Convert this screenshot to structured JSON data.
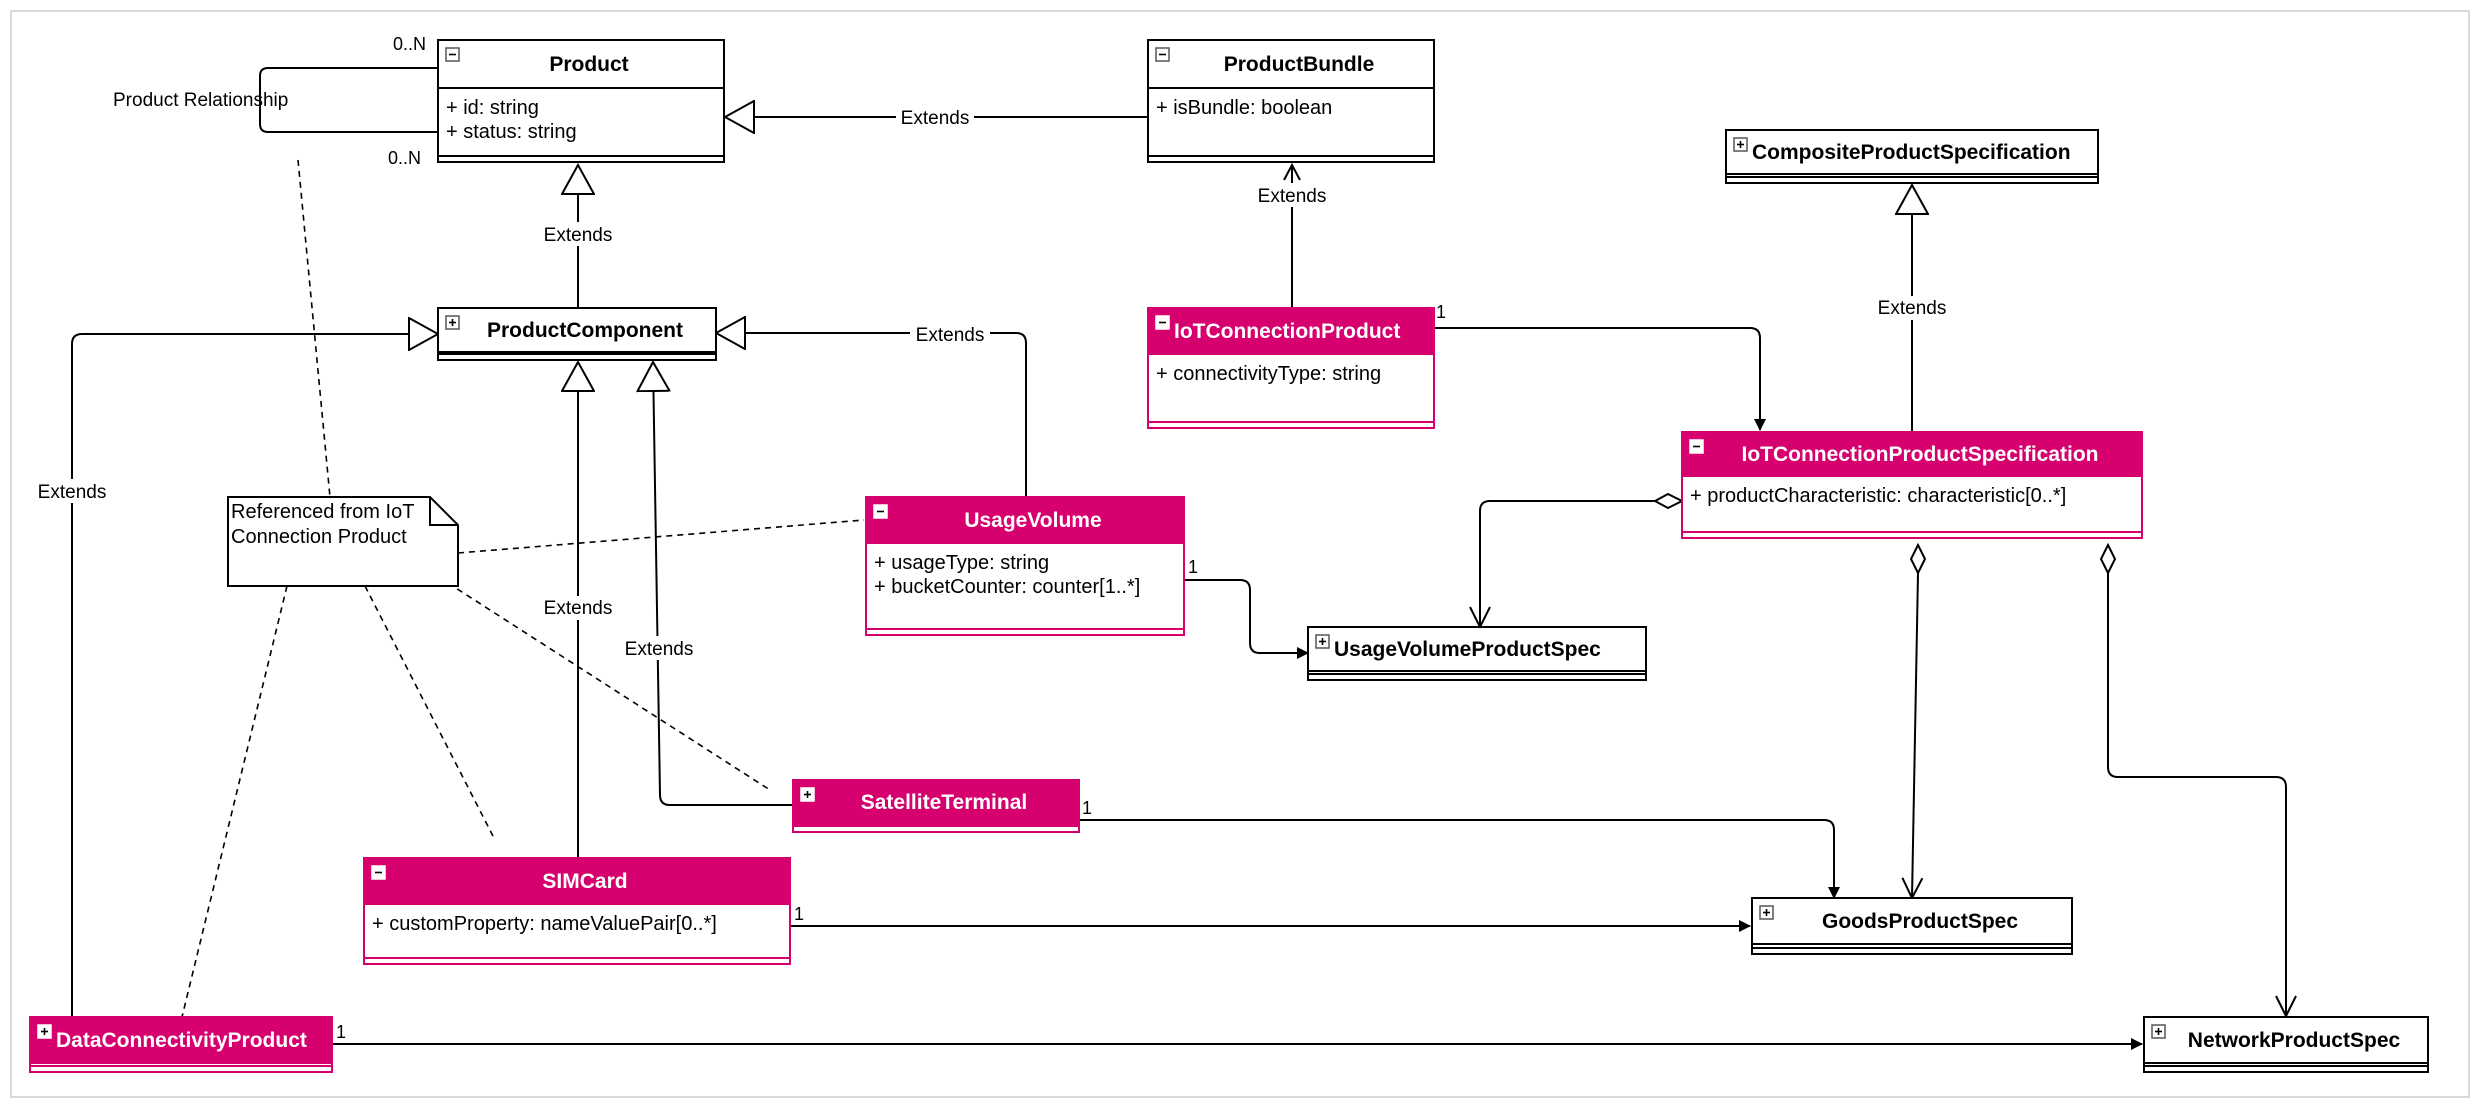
{
  "colors": {
    "highlight": "#d6006f",
    "highlight_text": "#ffffff",
    "line": "#000000",
    "frame": "#d9d9d9"
  },
  "classes": {
    "product": {
      "name": "Product",
      "attributes": [
        "+ id: string",
        "+ status: string"
      ],
      "toggle": "minus"
    },
    "product_bundle": {
      "name": "ProductBundle",
      "attributes": [
        "+ isBundle: boolean"
      ],
      "toggle": "minus"
    },
    "product_component": {
      "name": "ProductComponent",
      "toggle": "plus"
    },
    "composite_spec": {
      "name": "CompositeProductSpecification",
      "toggle": "plus"
    },
    "iot_connection_product": {
      "name": "IoTConnectionProduct",
      "attributes": [
        "+ connectivityType: string"
      ],
      "toggle": "minus"
    },
    "iot_connection_spec": {
      "name": "IoTConnectionProductSpecification",
      "attributes": [
        "+ productCharacteristic: characteristic[0..*]"
      ],
      "toggle": "minus"
    },
    "usage_volume": {
      "name": "UsageVolume",
      "attributes": [
        "+ usageType: string",
        "+ bucketCounter: counter[1..*]"
      ],
      "toggle": "minus"
    },
    "usage_volume_spec": {
      "name": "UsageVolumeProductSpec",
      "toggle": "plus"
    },
    "satellite_terminal": {
      "name": "SatelliteTerminal",
      "toggle": "plus"
    },
    "sim_card": {
      "name": "SIMCard",
      "attributes": [
        "+ customProperty: nameValuePair[0..*]"
      ],
      "toggle": "minus"
    },
    "goods_spec": {
      "name": "GoodsProductSpec",
      "toggle": "plus"
    },
    "data_connectivity": {
      "name": "DataConnectivityProduct",
      "toggle": "plus"
    },
    "network_spec": {
      "name": "NetworkProductSpec",
      "toggle": "plus"
    }
  },
  "note": {
    "lines": [
      "Referenced from IoT",
      "Connection Product"
    ]
  },
  "labels": {
    "extends": "Extends",
    "product_relationship": "Product Relationship",
    "mult_0n": "0..N",
    "mult_1": "1"
  }
}
